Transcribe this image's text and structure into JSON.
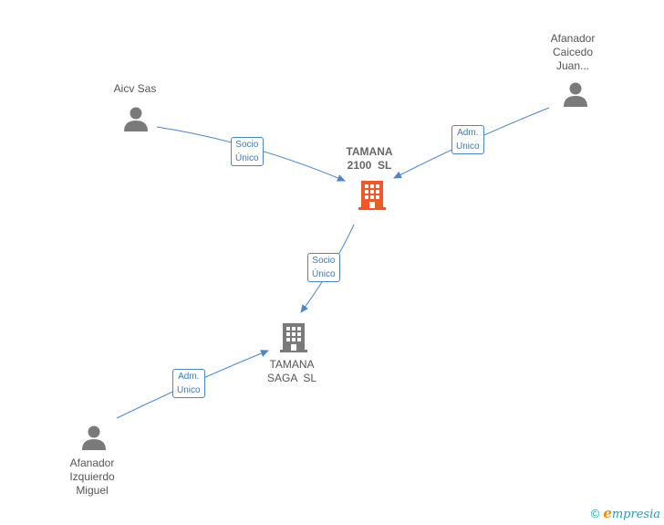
{
  "nodes": {
    "aicv": {
      "label": "Aicv Sas"
    },
    "afanador_caicedo": {
      "label_lines": [
        "Afanador",
        "Caicedo",
        "Juan..."
      ]
    },
    "tamana_2100": {
      "label_lines": [
        "TAMANA",
        "2100  SL"
      ]
    },
    "tamana_saga": {
      "label_lines": [
        "TAMANA",
        "SAGA  SL"
      ]
    },
    "afanador_izquierdo": {
      "label_lines": [
        "Afanador",
        "Izquierdo",
        "Miguel"
      ]
    }
  },
  "edges": {
    "aicv_to_2100": {
      "lines": [
        "Socio",
        "Único"
      ]
    },
    "caicedo_to_2100": {
      "lines": [
        "Adm.",
        "Unico"
      ]
    },
    "2100_to_saga": {
      "lines": [
        "Socio",
        "Único"
      ]
    },
    "izquierdo_to_saga": {
      "lines": [
        "Adm.",
        "Unico"
      ]
    }
  },
  "footer": {
    "copyright": "©",
    "brand_initial": "e",
    "brand_rest": "mpresia"
  },
  "colors": {
    "person": "#7a7a7a",
    "company_main": "#f0582a",
    "company": "#7a7a7a",
    "edge": "#4a86c8"
  }
}
